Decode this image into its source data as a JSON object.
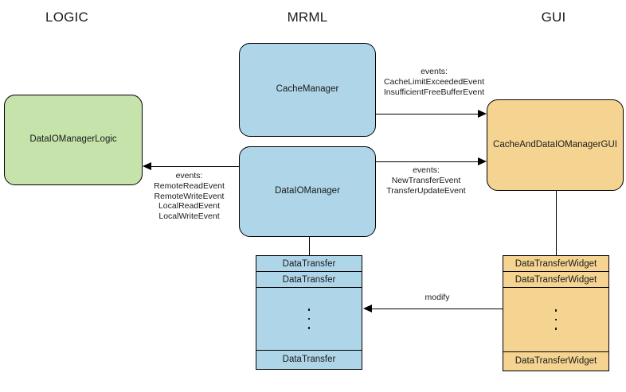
{
  "diagram": {
    "title_row": [
      {
        "label": "LOGIC"
      },
      {
        "label": "MRML"
      },
      {
        "label": "GUI"
      }
    ],
    "nodes": {
      "cache_manager": {
        "label": "CacheManager",
        "color": "#aed6e8"
      },
      "data_io_manager_logic": {
        "label": "DataIOManagerLogic",
        "color": "#c6e3ab"
      },
      "data_io_manager": {
        "label": "DataIOManager",
        "color": "#aed6e8"
      },
      "cache_and_data_io_manager_gui": {
        "label": "CacheAndDataIOManagerGUI",
        "color": "#f5d492"
      }
    },
    "data_transfer_stack": {
      "color": "#aed6e8",
      "rows": [
        {
          "label": "DataTransfer"
        },
        {
          "label": "DataTransfer"
        },
        {
          "label": ""
        },
        {
          "label": "DataTransfer"
        }
      ]
    },
    "data_transfer_widget_stack": {
      "color": "#f5d492",
      "rows": [
        {
          "label": "DataTransferWidget"
        },
        {
          "label": "DataTransferWidget"
        },
        {
          "label": ""
        },
        {
          "label": "DataTransferWidget"
        }
      ]
    },
    "edges": {
      "cache_to_gui": {
        "line1": "events:",
        "line2": "CacheLimitExceededEvent",
        "line3": "InsufficientFreeBufferEvent"
      },
      "dataio_to_gui": {
        "line1": "events:",
        "line2": "NewTransferEvent",
        "line3": "TransferUpdateEvent"
      },
      "dataio_to_logic": {
        "line1": "events:",
        "line2": "RemoteReadEvent",
        "line3": "RemoteWriteEvent",
        "line4": "LocalReadEvent",
        "line5": "LocalWriteEvent"
      },
      "widget_to_transfer": {
        "label": "modify"
      }
    }
  }
}
